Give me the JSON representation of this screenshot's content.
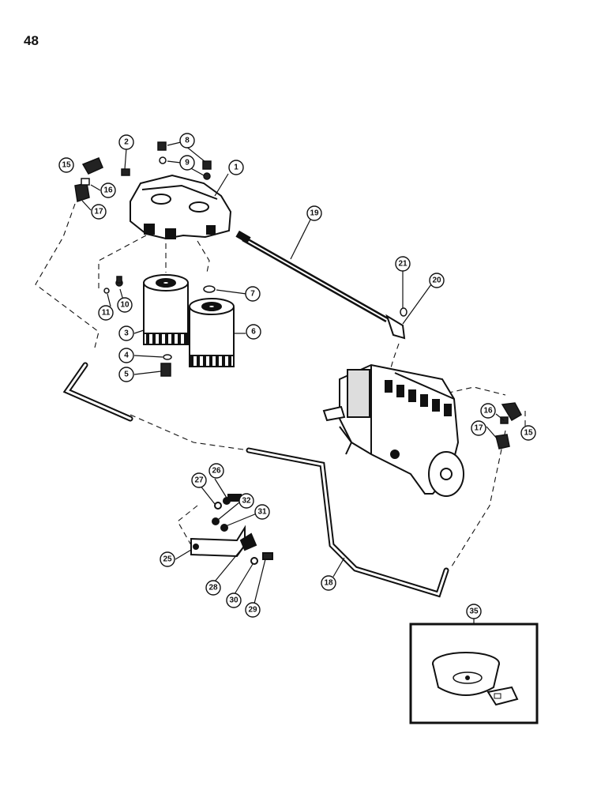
{
  "page_number": "48",
  "callouts": [
    {
      "label": "1"
    },
    {
      "label": "2"
    },
    {
      "label": "8"
    },
    {
      "label": "9"
    },
    {
      "label": "15"
    },
    {
      "label": "16"
    },
    {
      "label": "17"
    },
    {
      "label": "19"
    },
    {
      "label": "21"
    },
    {
      "label": "20"
    },
    {
      "label": "7"
    },
    {
      "label": "10"
    },
    {
      "label": "11"
    },
    {
      "label": "3"
    },
    {
      "label": "6"
    },
    {
      "label": "4"
    },
    {
      "label": "5"
    },
    {
      "label": "16"
    },
    {
      "label": "17"
    },
    {
      "label": "15"
    },
    {
      "label": "26"
    },
    {
      "label": "27"
    },
    {
      "label": "32"
    },
    {
      "label": "31"
    },
    {
      "label": "25"
    },
    {
      "label": "28"
    },
    {
      "label": "30"
    },
    {
      "label": "29"
    },
    {
      "label": "18"
    },
    {
      "label": "35"
    }
  ]
}
